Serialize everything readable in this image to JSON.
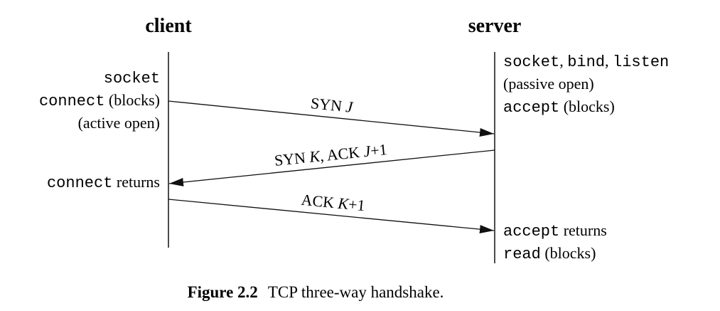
{
  "diagram": {
    "headers": {
      "client": "client",
      "server": "server"
    },
    "client_notes": [
      {
        "code": "socket",
        "text": ""
      },
      {
        "code": "connect",
        "text": " (blocks)"
      },
      {
        "code": "",
        "text": "(active open)"
      },
      {
        "code": "connect",
        "text": " returns"
      }
    ],
    "server_notes": [
      {
        "code": "socket",
        "text": ", "
      },
      {
        "code": "bind",
        "text": ", "
      },
      {
        "code": "listen",
        "text": ""
      },
      {
        "code": "",
        "text": "(passive open)"
      },
      {
        "code": "accept",
        "text": " (blocks)"
      },
      {
        "code": "accept",
        "text": " returns"
      },
      {
        "code": "read",
        "text": " (blocks)"
      }
    ],
    "messages": [
      {
        "parts": [
          {
            "text": "SYN ",
            "style": "normal"
          },
          {
            "text": "J",
            "style": "italic"
          }
        ]
      },
      {
        "parts": [
          {
            "text": "SYN ",
            "style": "normal"
          },
          {
            "text": "K",
            "style": "italic"
          },
          {
            "text": ", ACK ",
            "style": "normal"
          },
          {
            "text": "J",
            "style": "italic"
          },
          {
            "text": "+1",
            "style": "normal"
          }
        ]
      },
      {
        "parts": [
          {
            "text": "ACK ",
            "style": "normal"
          },
          {
            "text": "K",
            "style": "italic"
          },
          {
            "text": "+1",
            "style": "normal"
          }
        ]
      }
    ]
  },
  "caption": {
    "label": "Figure 2.2",
    "text": "TCP three-way handshake."
  },
  "colors": {
    "ink": "#111111",
    "background": "#ffffff"
  }
}
